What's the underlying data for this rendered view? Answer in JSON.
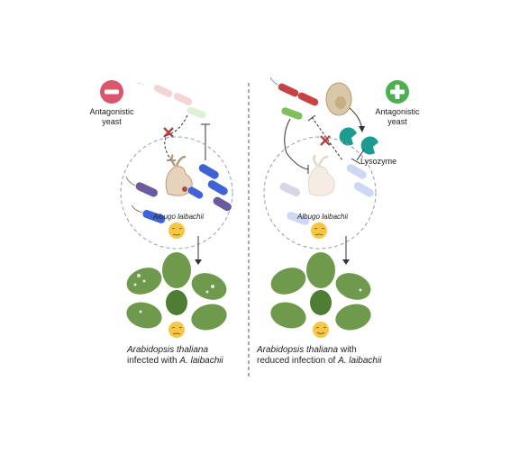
{
  "left": {
    "yeast_label": "Antagonistic\nyeast",
    "pathogen_label": "Albugo laibachii",
    "caption_italic": "Arabidopsis thaliana",
    "caption_line2_prefix": "infected with ",
    "caption_line2_italic": "A. laibachii"
  },
  "right": {
    "yeast_label": "Antagonistic\nyeast",
    "lysozyme_label": "Lysozyme",
    "pathogen_label": "Albugo laibachii",
    "caption_italic": "Arabidopsis thaliana",
    "caption_line1_suffix": " with",
    "caption_line2_prefix": "reduced infection of ",
    "caption_line2_italic": "A. laibachii"
  },
  "colors": {
    "minus_badge": "#d9566c",
    "plus_badge": "#4caf50",
    "leaf": "#6f9a4e",
    "leaf_dark": "#4f7d34",
    "bacteria_blue": "#3f63d6",
    "bacteria_purple": "#6c5aa0",
    "bacteria_red": "#c64245",
    "bacteria_green": "#7fbf5c",
    "lysozyme": "#1c9c90",
    "inhibit_x": "#b34040",
    "emoji": "#f6c744"
  }
}
